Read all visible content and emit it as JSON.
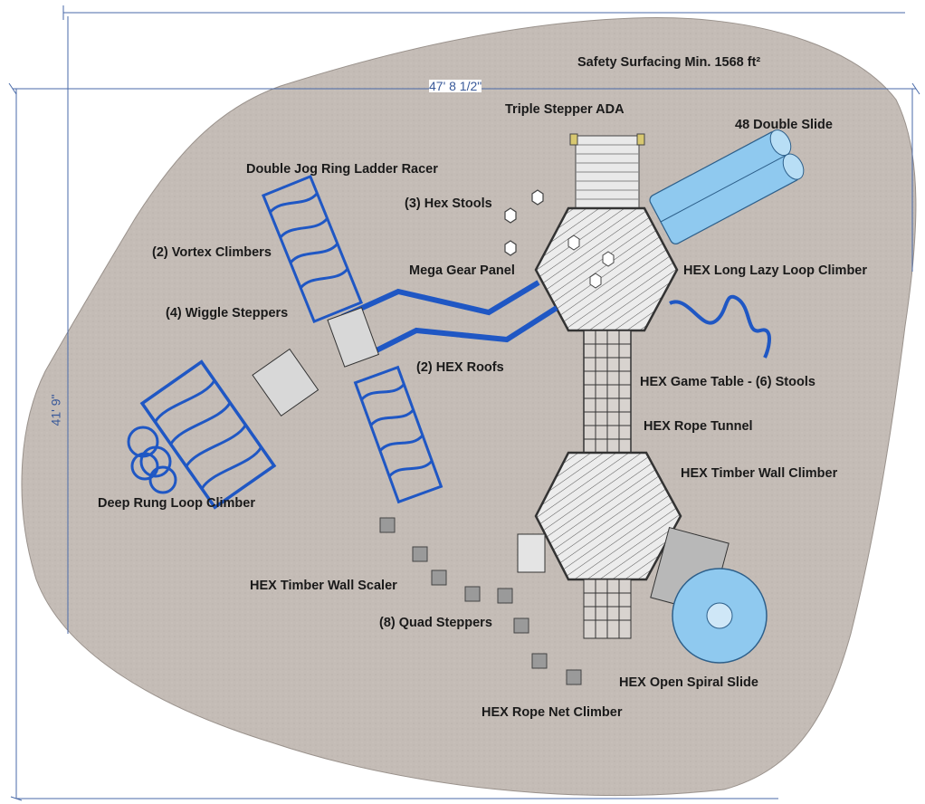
{
  "plan": {
    "dimensions": {
      "width": "47' 8 1/2\"",
      "height": "41' 9\""
    },
    "labels": {
      "safety_surfacing": "Safety Surfacing Min. 1568 ft²",
      "triple_stepper": "Triple Stepper ADA",
      "double_slide": "48 Double Slide",
      "double_jog": "Double Jog Ring Ladder Racer",
      "hex_stools": "(3) Hex Stools",
      "vortex_climbers": "(2) Vortex Climbers",
      "mega_gear": "Mega Gear Panel",
      "long_lazy_loop": "HEX Long Lazy Loop Climber",
      "wiggle_steppers": "(4) Wiggle Steppers",
      "hex_roofs": "(2) HEX Roofs",
      "game_table": "HEX Game Table - (6) Stools",
      "rope_tunnel": "HEX Rope Tunnel",
      "timber_wall_climber": "HEX Timber Wall Climber",
      "deep_rung": "Deep Rung Loop Climber",
      "timber_wall_scaler": "HEX Timber Wall Scaler",
      "quad_steppers": "(8) Quad Steppers",
      "open_spiral": "HEX Open Spiral Slide",
      "rope_net": "HEX Rope Net Climber"
    }
  },
  "colors": {
    "surface": "#c4bcb6",
    "blue": "#1f57c4",
    "slide_blue": "#8fc9ef",
    "deck": "#e4e4e4",
    "dimension_line": "#4a6aa8"
  }
}
